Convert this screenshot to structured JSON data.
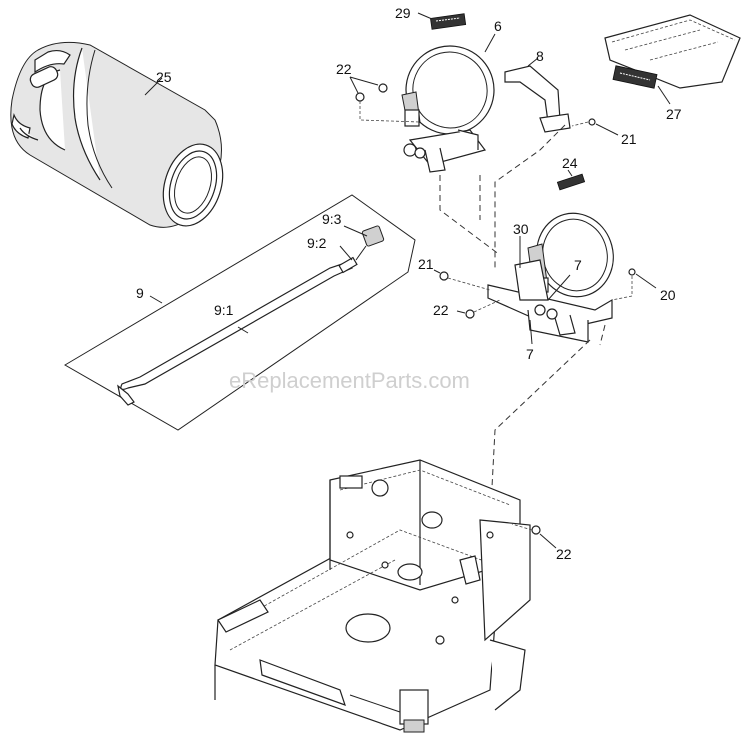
{
  "watermark": "eReplacementParts.com",
  "callouts": {
    "c25": "25",
    "c29": "29",
    "c6": "6",
    "c8": "8",
    "c22a": "22",
    "c27": "27",
    "c21a": "21",
    "c24": "24",
    "c9_3": "9:3",
    "c9_2": "9:2",
    "c30": "30",
    "c7a": "7",
    "c21b": "21",
    "c20": "20",
    "c9": "9",
    "c9_1": "9:1",
    "c22b": "22",
    "c7b": "7",
    "c22c": "22"
  }
}
